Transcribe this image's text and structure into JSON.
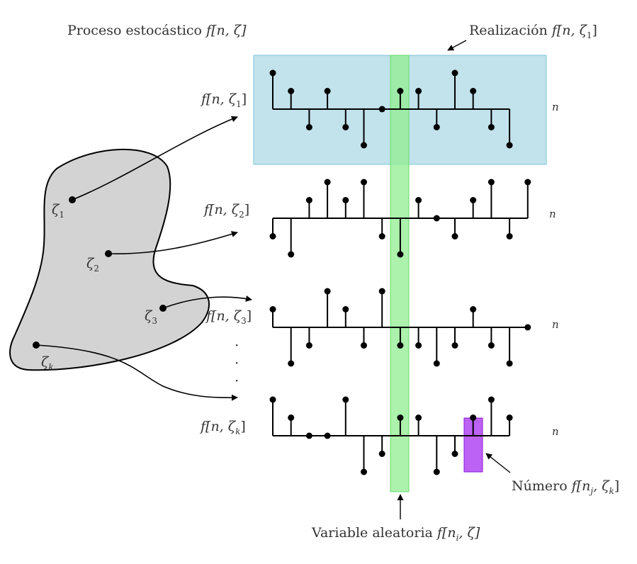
{
  "title": {
    "text": "Proceso estocástico ",
    "math": "f[n, ζ]"
  },
  "realization": {
    "text": "Realización ",
    "math": "f[n, ζ",
    "sub": "1",
    "close": "]"
  },
  "random_variable": {
    "text": "Variable aleatoria ",
    "math": "f[n",
    "sub": "i",
    "rest": ", ζ]"
  },
  "number": {
    "text": "Número ",
    "math": "f[n",
    "sub": "j",
    "mid": ", ζ",
    "sub2": "k",
    "close": "]"
  },
  "sample_space": {
    "points": [
      {
        "sym": "ζ",
        "sub": "1"
      },
      {
        "sym": "ζ",
        "sub": "2"
      },
      {
        "sym": "ζ",
        "sub": "3"
      },
      {
        "sym": "ζ",
        "sub": "k"
      }
    ]
  },
  "sequences": [
    {
      "prefix": "f[n, ζ",
      "sub": "1",
      "suffix": "]",
      "axis": "n",
      "values": [
        1,
        0.5,
        -0.5,
        0.5,
        -0.5,
        -1,
        0,
        0.5,
        0.5,
        -0.5,
        1,
        0.5,
        -0.5,
        -1
      ]
    },
    {
      "prefix": "f[n, ζ",
      "sub": "2",
      "suffix": "]",
      "axis": "n",
      "values": [
        -0.5,
        -1,
        0.5,
        1,
        0.5,
        1,
        -0.5,
        -1,
        0.5,
        0,
        -0.5,
        0.5,
        1,
        -0.5,
        1
      ]
    },
    {
      "prefix": "f[n, ζ",
      "sub": "3",
      "suffix": "]",
      "axis": "n",
      "values": [
        0.5,
        -1,
        -0.5,
        1,
        0.5,
        -0.5,
        1,
        -0.5,
        -0.5,
        -1,
        -0.5,
        0.5,
        -0.5,
        -1,
        0
      ]
    },
    {
      "prefix": "f[n, ζ",
      "sub": "k",
      "suffix": "]",
      "axis": "n",
      "values": [
        1,
        0.5,
        0,
        0,
        1,
        -1,
        -0.5,
        0.5,
        0.5,
        -1,
        -0.5,
        0.5,
        1,
        0.5
      ]
    }
  ],
  "dots": "·",
  "colors": {
    "realization_fill": "#add8e6",
    "variable_fill": "#90ee90",
    "number_fill": "#a020f0",
    "sample_space_fill": "#d3d3d3",
    "ink": "#000000",
    "text": "#333333"
  }
}
